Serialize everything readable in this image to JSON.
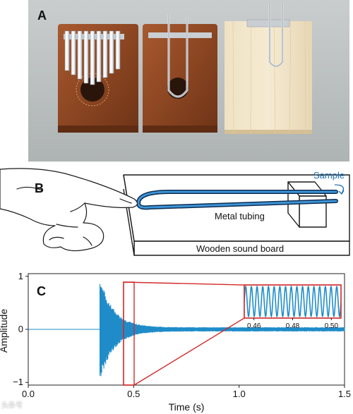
{
  "panels": {
    "a": {
      "letter": "A"
    },
    "b": {
      "letter": "B",
      "sample_label": "Sample",
      "tubing_label": "Metal tubing",
      "board_label": "Wooden sound board"
    },
    "c": {
      "letter": "C"
    }
  },
  "watermark": "头条号",
  "colors": {
    "signal": "#1f8cc9",
    "zoom_box": "#d22b2b",
    "tubing": "#1d6fb0",
    "photo_bg": "#bcc1c1"
  },
  "chart_data": [
    {
      "type": "line",
      "title": "",
      "xlabel": "Time (s)",
      "ylabel": "Amplitude",
      "xlim": [
        0.0,
        1.5
      ],
      "ylim": [
        -1.05,
        1.05
      ],
      "xticks": [
        "0.0",
        "0.5",
        "1.0",
        "1.5"
      ],
      "yticks": [
        "1",
        "0",
        "−1"
      ],
      "grid": false,
      "legend": "none",
      "series": [
        {
          "description_free": true,
          "onset_s": 0.34,
          "peak_amplitude": 0.98,
          "decay_to_near_zero_s": 0.55,
          "residual_amplitude_end": 0.04
        }
      ],
      "zoom_region_s": [
        0.45,
        0.5
      ]
    },
    {
      "type": "line",
      "title": "",
      "xlim": [
        0.455,
        0.505
      ],
      "xticks": [
        "0.46",
        "0.48",
        "0.50"
      ],
      "frequency_cycles_in_window": 17,
      "amplitude_relative": 0.9,
      "legend": "none",
      "grid": false
    }
  ]
}
